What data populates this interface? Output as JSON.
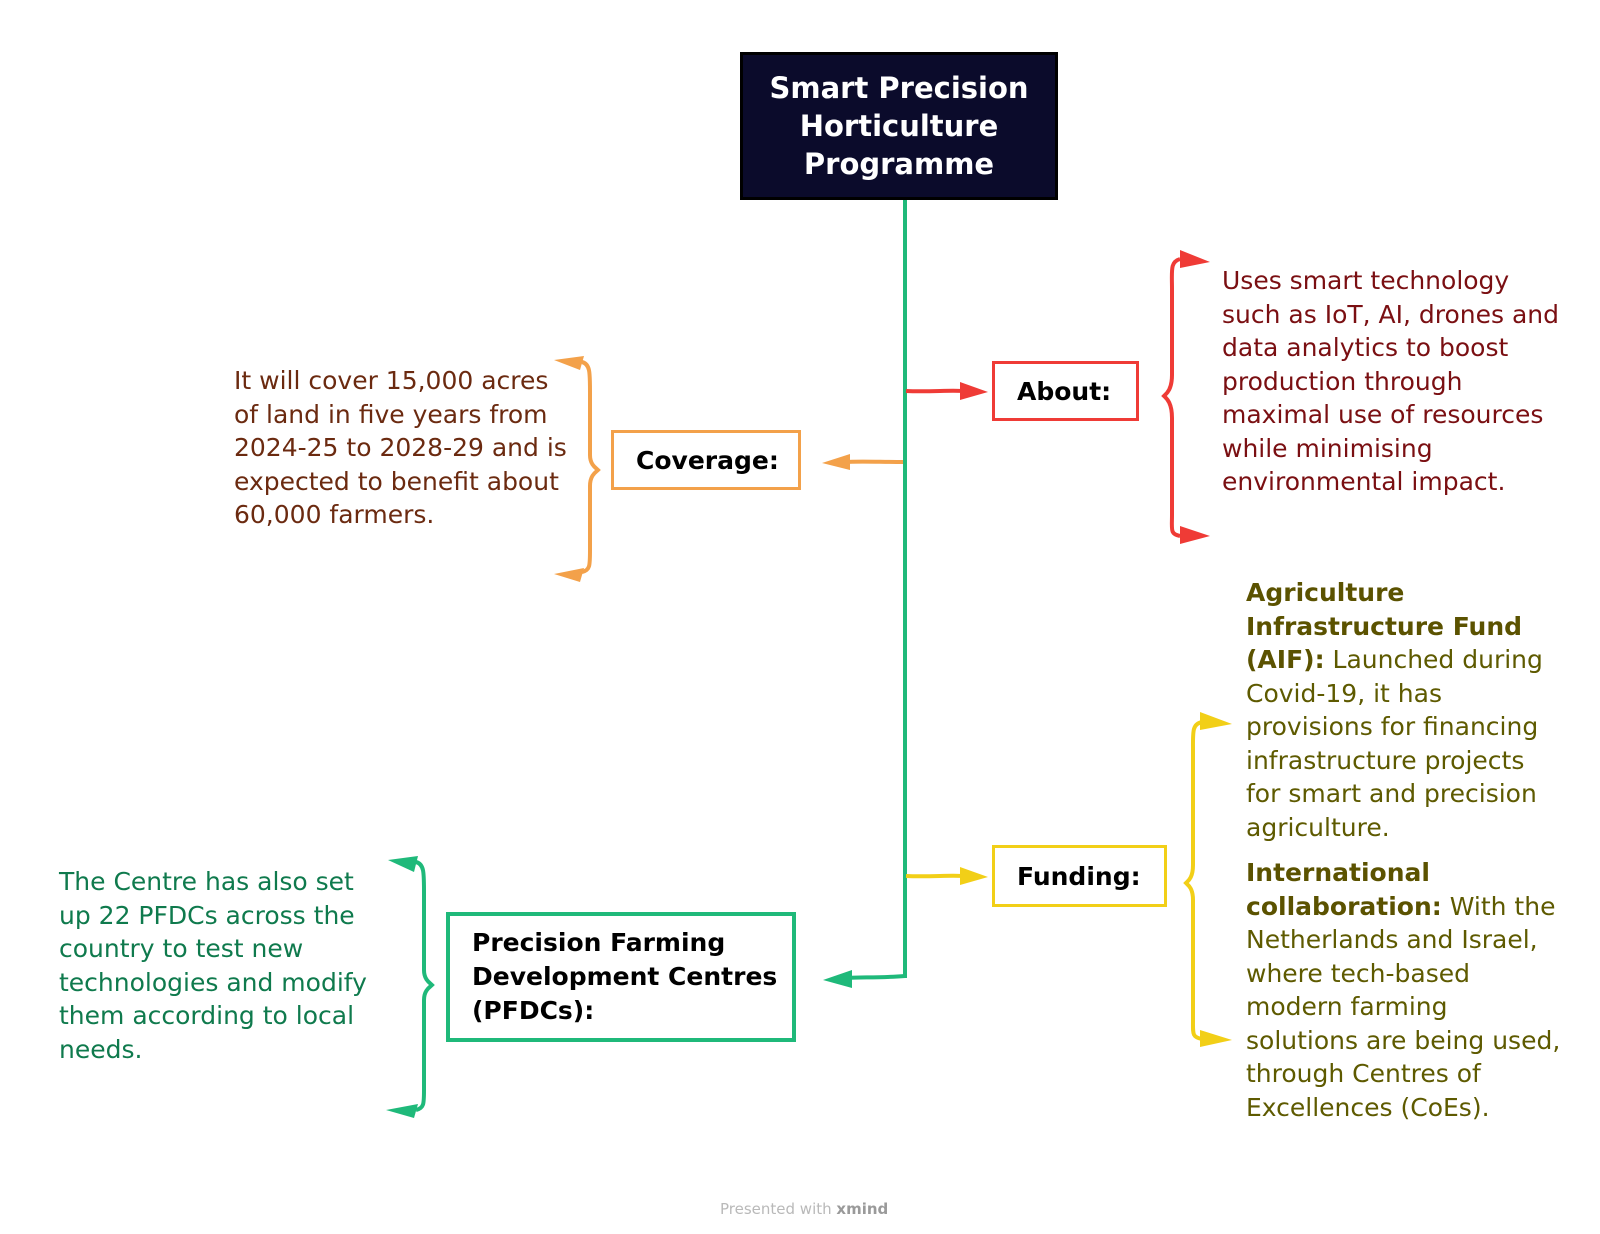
{
  "central": {
    "title_line1": "Smart Precision",
    "title_line2": "Horticulture",
    "title_line3": "Programme"
  },
  "branches": {
    "about": {
      "label": "About:",
      "text": "Uses smart technology such as IoT, AI, drones and data analytics to boost production through maximal use of resources while minimising environmental impact."
    },
    "coverage": {
      "label": "Coverage:",
      "text": "It will cover 15,000 acres of land in five years from 2024-25 to 2028-29 and is expected to benefit about 60,000 farmers."
    },
    "funding": {
      "label": "Funding:",
      "items": [
        {
          "title": "Agriculture Infrastructure Fund (AIF):",
          "text": " Launched during Covid-19, it has provisions for financing infrastructure projects for smart and precision agriculture."
        },
        {
          "title": "International collaboration:",
          "text": " With the Netherlands and Israel, where tech-based modern farming solutions are being used, through Centres of Excellences (CoEs)."
        }
      ]
    },
    "pfdc": {
      "label_line1": "Precision Farming",
      "label_line2": "Development Centres",
      "label_line3": "(PFDCs):",
      "text": "The Centre has also set up 22 PFDCs across the country to test new technologies and modify them according to local needs."
    }
  },
  "colors": {
    "trunk": "#1fb97a",
    "about": "#ef3b36",
    "coverage": "#f3a14a",
    "funding": "#f2cf17",
    "pfdc": "#1fb97a",
    "central_bg": "#0b0b2b"
  },
  "footer": {
    "presented": "Presented with ",
    "brand": "xmind"
  }
}
